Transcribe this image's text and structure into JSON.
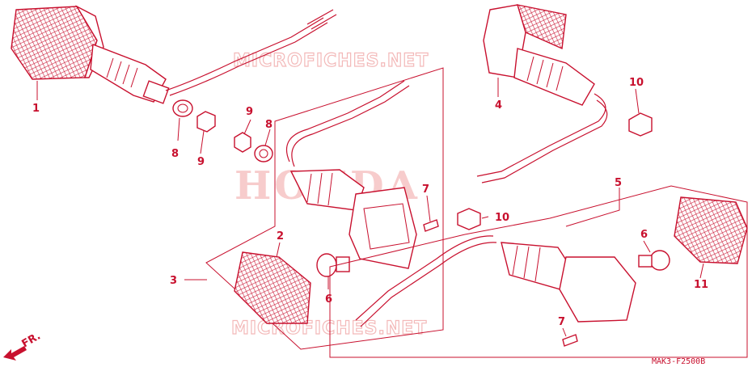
{
  "watermark": {
    "top": "MICROFICHES.NET",
    "bottom": "MICROFICHES.NET",
    "brand": "HONDA"
  },
  "callouts": {
    "c1": "1",
    "c2": "2",
    "c3": "3",
    "c4": "4",
    "c5": "5",
    "c6a": "6",
    "c6b": "6",
    "c7a": "7",
    "c7b": "7",
    "c8a": "8",
    "c8b": "8",
    "c9a": "9",
    "c9b": "9",
    "c10a": "10",
    "c10b": "10",
    "c11": "11"
  },
  "direction_label": "FR.",
  "diagram_code": "MAK3-F2500B",
  "colors": {
    "line": "#c8102e",
    "watermark": "#f3b9b9"
  }
}
